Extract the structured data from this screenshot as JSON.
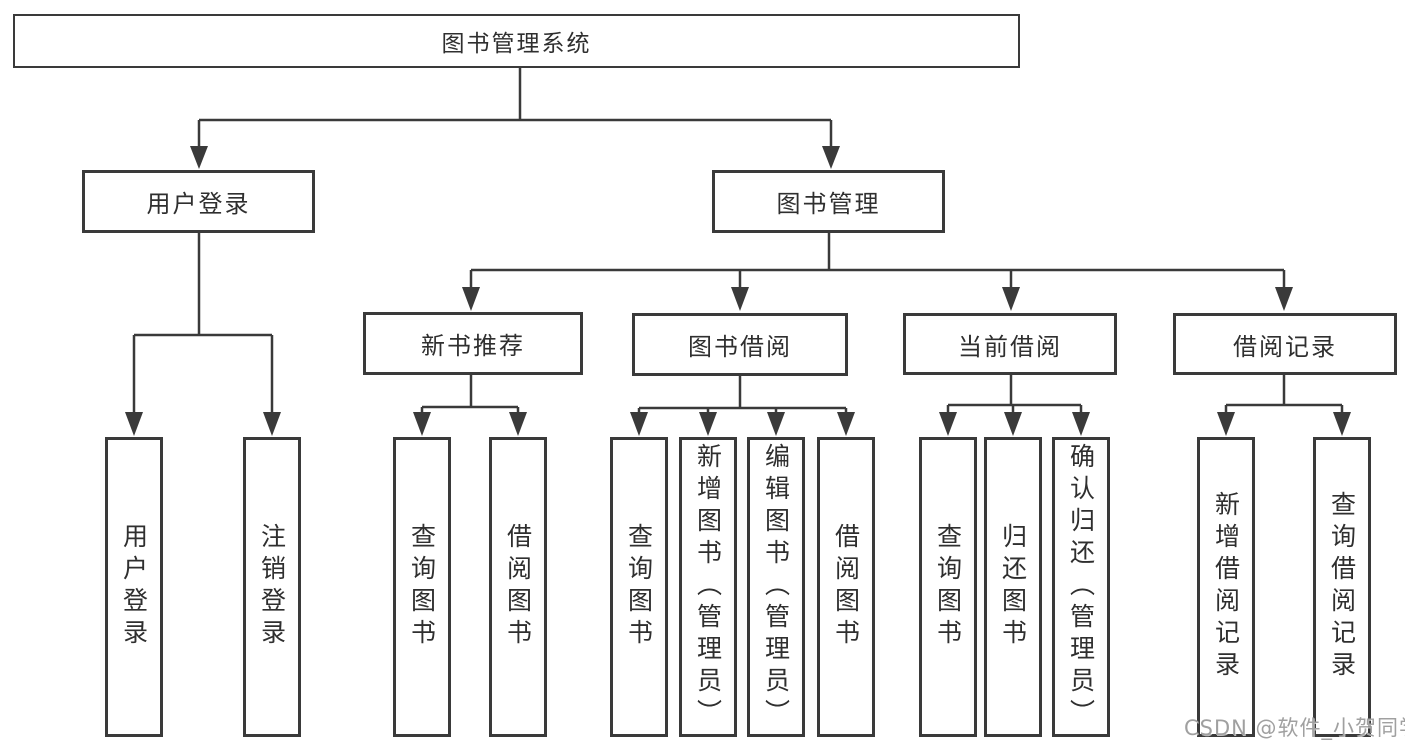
{
  "tree": {
    "root": "图书管理系统",
    "user_login": {
      "label": "用户登录",
      "children": [
        "用户登录",
        "注销登录"
      ]
    },
    "book_management": {
      "label": "图书管理",
      "new_book_recommend": {
        "label": "新书推荐",
        "children": [
          "查询图书",
          "借阅图书"
        ]
      },
      "book_borrow": {
        "label": "图书借阅",
        "children": [
          "查询图书",
          "新增图书（管理员）",
          "编辑图书（管理员）",
          "借阅图书"
        ]
      },
      "current_borrow": {
        "label": "当前借阅",
        "children": [
          "查询图书",
          "归还图书",
          "确认归还（管理员）"
        ]
      },
      "borrow_records": {
        "label": "借阅记录",
        "children": [
          "新增借阅记录",
          "查询借阅记录"
        ]
      }
    }
  },
  "watermark": {
    "text": "CSDN @软件_小贺同学"
  },
  "colors": {
    "line": "#3a3a3a",
    "text": "#2f2f2f",
    "watermark": "#a0a0a0",
    "background": "#ffffff"
  }
}
